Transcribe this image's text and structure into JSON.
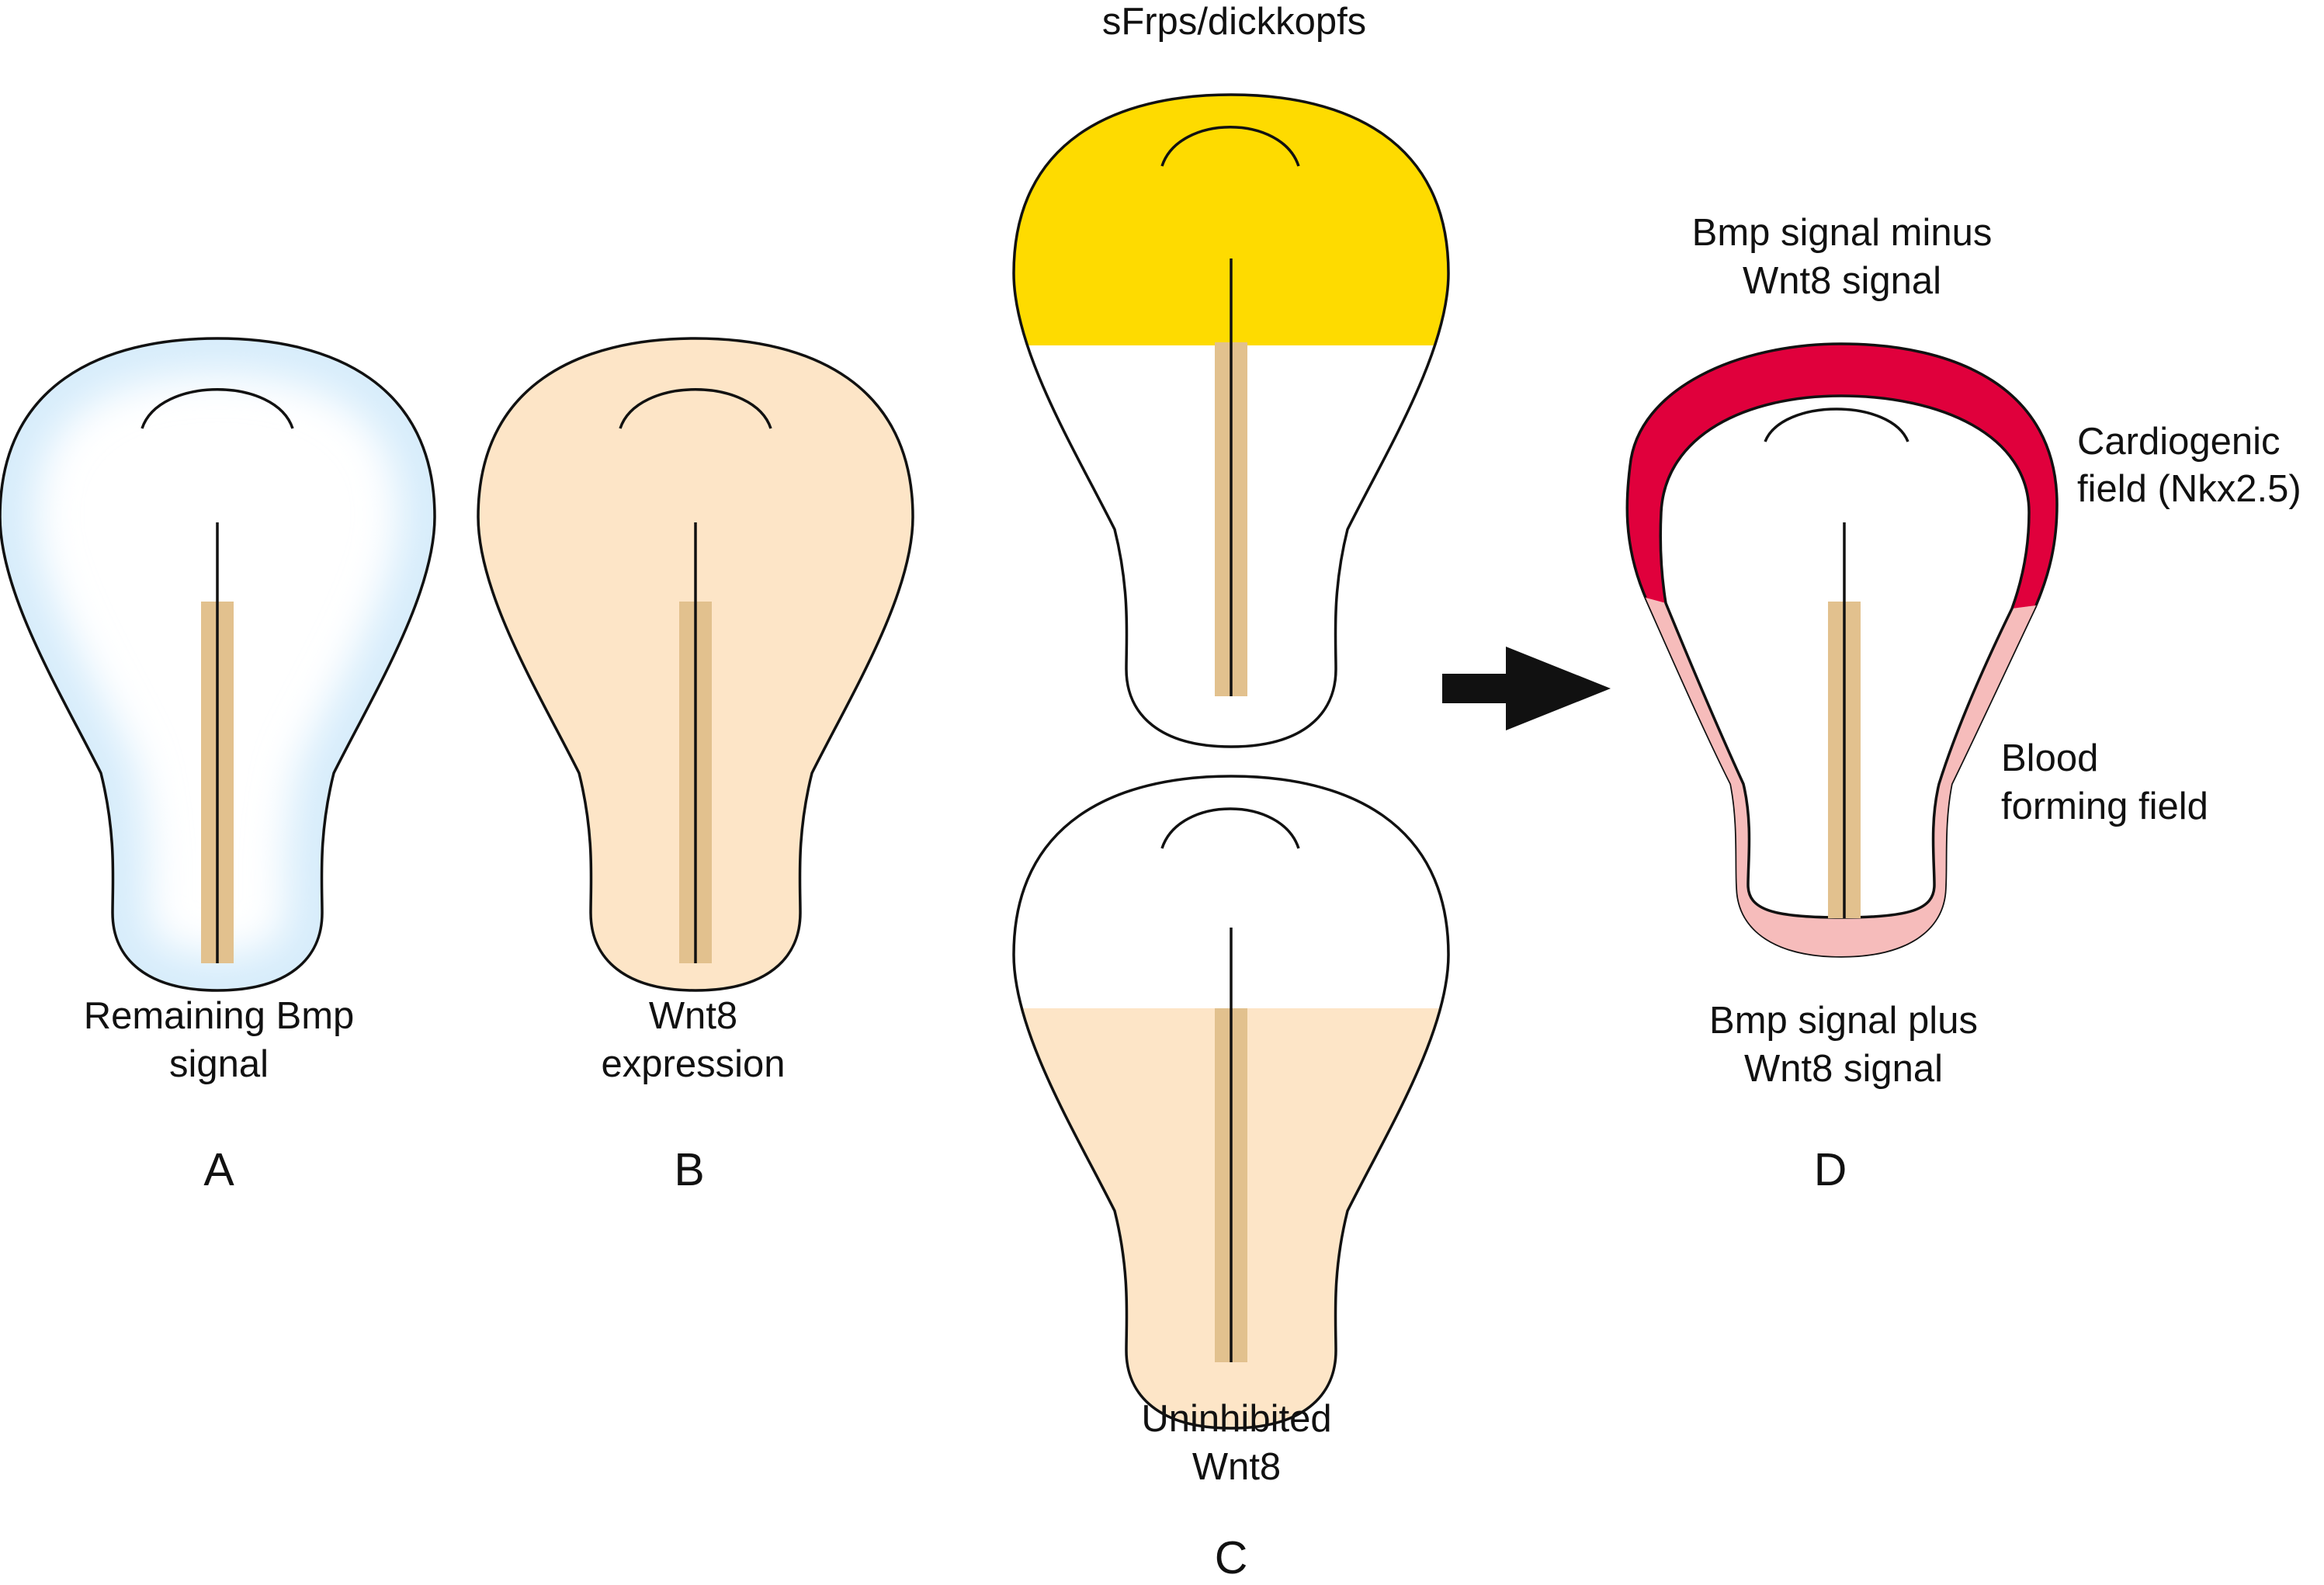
{
  "colors": {
    "bmp_blue": "#d6ecfb",
    "wnt8_peach": "#fde5c7",
    "notochord_tan": "#e2c18e",
    "sfrp_yellow": "#fedb00",
    "cardiogenic_red": "#e0003c",
    "blood_pink": "#f6bcbb",
    "arrow_black": "#111111"
  },
  "panels": {
    "a": {
      "caption_line1": "Remaining Bmp",
      "caption_line2": "signal",
      "letter": "A"
    },
    "b": {
      "caption_line1": "Wnt8",
      "caption_line2": "expression",
      "letter": "B"
    },
    "c": {
      "top_label": "sFrps/dickkopfs",
      "caption_line1": "Uninhibited",
      "caption_line2": "Wnt8",
      "letter": "C"
    },
    "d": {
      "top_line1": "Bmp signal minus",
      "top_line2": "Wnt8 signal",
      "cardio_line1": "Cardiogenic",
      "cardio_line2": "field (Nkx2.5)",
      "blood_line1": "Blood",
      "blood_line2": "forming field",
      "bottom_line1": "Bmp signal plus",
      "bottom_line2": "Wnt8 signal",
      "letter": "D"
    }
  }
}
